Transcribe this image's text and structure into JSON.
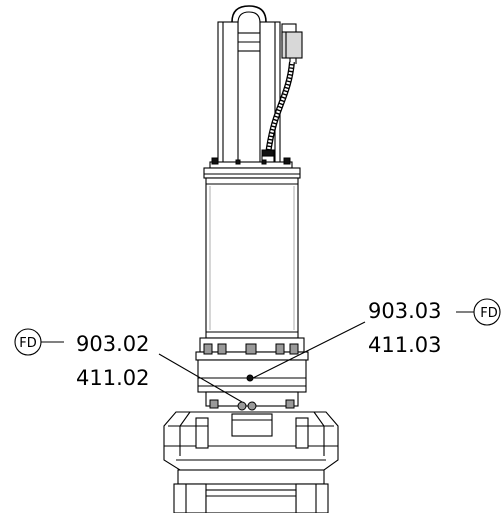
{
  "callouts": {
    "left": {
      "badge": "FD",
      "line1": "903.02",
      "line2": "411.02"
    },
    "right": {
      "badge": "FD",
      "line1": "903.03",
      "line2": "411.03"
    }
  }
}
